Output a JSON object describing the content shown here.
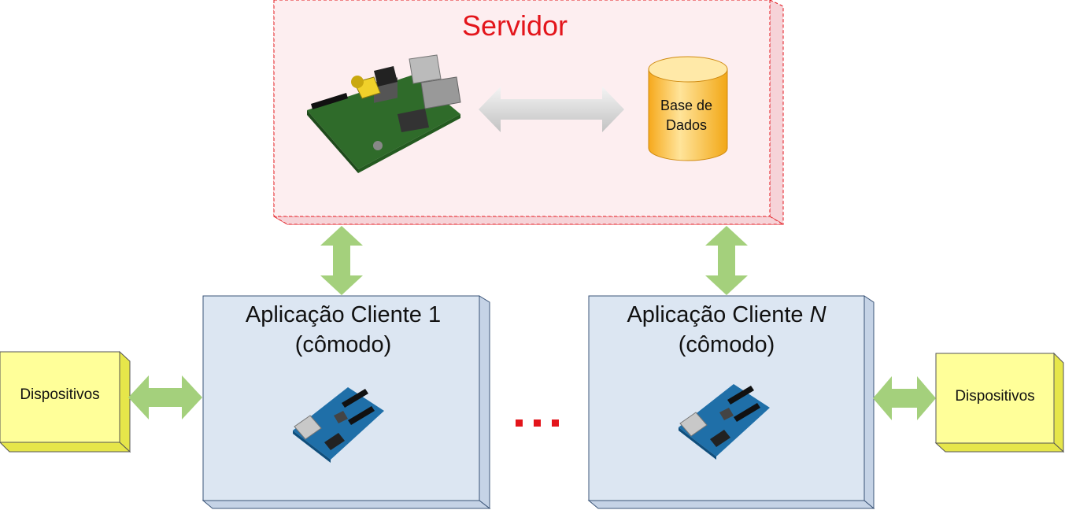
{
  "server": {
    "title": "Servidor",
    "database_label": "Base de Dados"
  },
  "clients": [
    {
      "title_prefix": "Aplicação Cliente",
      "title_suffix": "1",
      "subtitle": "(cômodo)"
    },
    {
      "title_prefix": "Aplicação Cliente",
      "title_suffix": "N",
      "subtitle": "(cômodo)"
    }
  ],
  "devices": {
    "left_label": "Dispositivos",
    "right_label": "Dispositivos"
  },
  "ellipsis": "...",
  "colors": {
    "server_fill": "#fdeef0",
    "server_border": "#e3151b",
    "client_fill": "#dce6f2",
    "client_border": "#3b5578",
    "device_fill": "#ffff99",
    "arrow_green": "#a4d07c",
    "arrow_gray": "#d5d5d5",
    "db_yellow": "#fac54c"
  }
}
